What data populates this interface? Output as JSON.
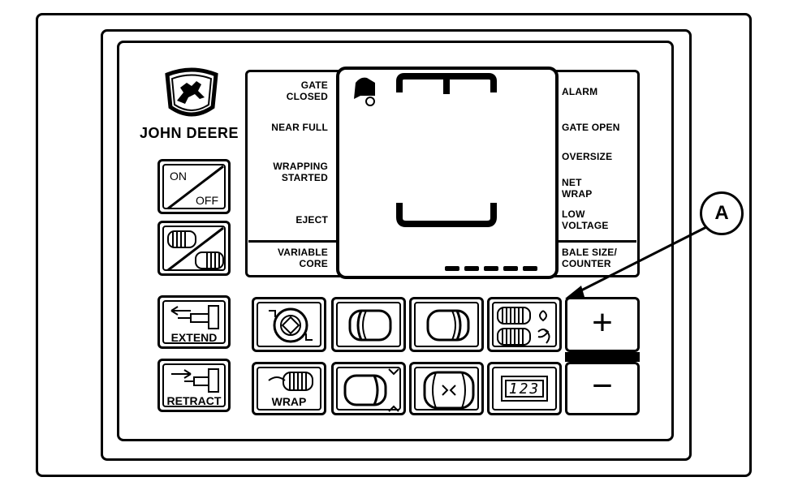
{
  "brand": {
    "name": "JOHN DEERE"
  },
  "display": {
    "left_labels": [
      "GATE\nCLOSED",
      "NEAR FULL",
      "WRAPPING\nSTARTED",
      "EJECT",
      "VARIABLE\nCORE"
    ],
    "right_labels": [
      "ALARM",
      "GATE OPEN",
      "OVERSIZE",
      "NET\nWRAP",
      "LOW\nVOLTAGE",
      "BALE SIZE/\nCOUNTER"
    ]
  },
  "buttons": {
    "on": "ON",
    "off": "OFF",
    "extend": "EXTEND",
    "retract": "RETRACT",
    "wrap": "WRAP",
    "counter": "123",
    "plus": "+",
    "minus": "−"
  },
  "callout": {
    "label": "A"
  }
}
